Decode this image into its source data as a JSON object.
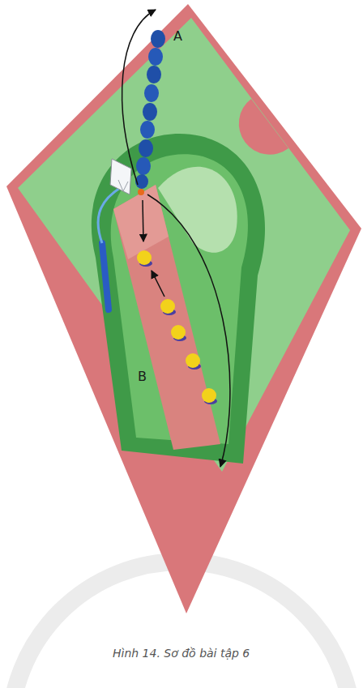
{
  "diagram": {
    "caption": "Hình 14. Sơ đồ bài tập 6",
    "labels": [
      "A",
      "B"
    ]
  }
}
